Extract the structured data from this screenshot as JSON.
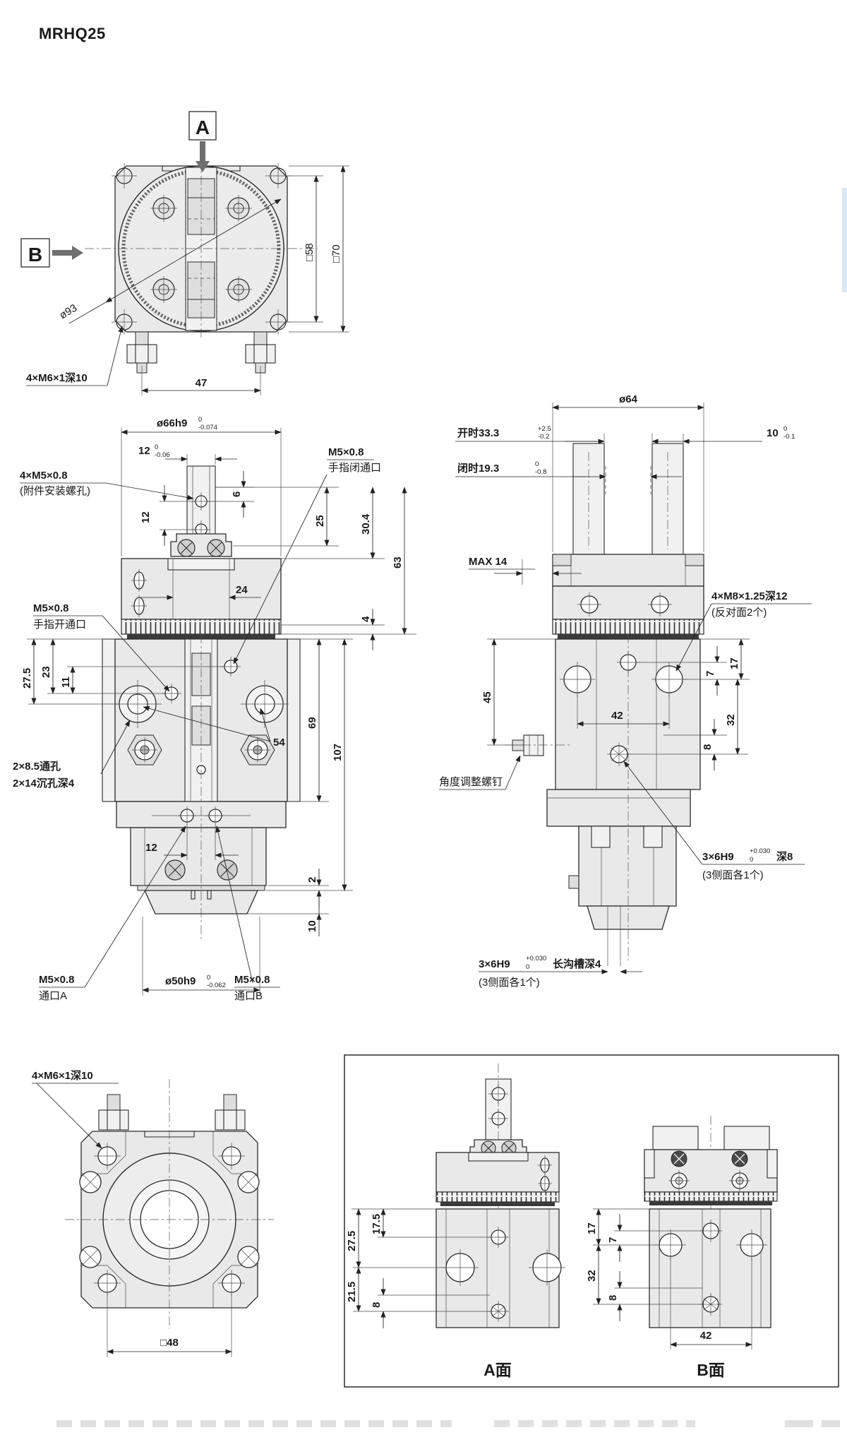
{
  "title": "MRHQ25",
  "colors": {
    "line": "#2b2b2b",
    "body_fill": "#e9e9e9",
    "dark_band": "#3a3a3a",
    "artifact_blue": "#cfe0ef"
  },
  "top_view": {
    "section_a": "A",
    "section_b": "B",
    "dim_diagonal": "ø93",
    "dim_square_inner": "□58",
    "dim_square_outer": "□70",
    "dim_pitch": "47",
    "label_thread": "4×M6×1深10"
  },
  "front_view": {
    "dim_dia66": {
      "base": "ø66h9",
      "up": "0",
      "dn": "-0.074"
    },
    "dim_12tol": {
      "base": "12",
      "up": "0",
      "dn": "-0.06"
    },
    "label_m5_mount_1": "4×M5×0.8",
    "label_m5_mount_2": "(附件安装螺孔)",
    "label_close_1": "M5×0.8",
    "label_close_2": "手指闭通口",
    "label_open_1": "M5×0.8",
    "label_open_2": "手指开通口",
    "dim_6": "6",
    "dim_12": "12",
    "dim_24": "24",
    "dim_25": "25",
    "dim_304": "30.4",
    "dim_63": "63",
    "dim_4": "4",
    "dim_275": "27.5",
    "dim_23": "23",
    "dim_11": "11",
    "dim_69": "69",
    "dim_107": "107",
    "dim_54": "54",
    "label_hole_1": "2×8.5通孔",
    "label_hole_2": "2×14沉孔深4",
    "dim_12b": "12",
    "dim_2": "2",
    "dim_10": "10",
    "dim_dia50": {
      "base": "ø50h9",
      "up": "0",
      "dn": "-0.062"
    },
    "label_porta_1": "M5×0.8",
    "label_porta_2": "通口A",
    "label_portb_1": "M5×0.8",
    "label_portb_2": "通口B"
  },
  "side_view": {
    "dim_dia64": "ø64",
    "dim_open": {
      "base": "开时33.3",
      "up": "+2.5",
      "dn": "-0.2"
    },
    "dim_closed": {
      "base": "闭时19.3",
      "up": "0",
      "dn": "-0.8"
    },
    "dim_10": {
      "base": "10",
      "up": "0",
      "dn": "-0.1"
    },
    "dim_max14": "MAX 14",
    "label_m8_1": "4×M8×1.25深12",
    "label_m8_2": "(反对面2个)",
    "dim_45": "45",
    "dim_17": "17",
    "dim_7": "7",
    "dim_42": "42",
    "dim_32": "32",
    "dim_8": "8",
    "label_adjust": "角度调整螺钉",
    "key1": {
      "a": "3×6H9",
      "up": "+0.030",
      "dn": "0",
      "b": "深8",
      "c": "(3侧面各1个)"
    },
    "key2": {
      "a": "3×6H9",
      "up": "+0.030",
      "dn": "0",
      "b": "长沟槽深4",
      "c": "(3侧面各1个)"
    }
  },
  "bottom_view": {
    "label_thread": "4×M6×1深10",
    "dim_square": "□48"
  },
  "panel": {
    "view_a_label": "A面",
    "view_b_label": "B面",
    "a_dims": {
      "d275": "27.5",
      "d175": "17.5",
      "d215": "21.5",
      "d8": "8"
    },
    "b_dims": {
      "d17": "17",
      "d7": "7",
      "d32": "32",
      "d8": "8",
      "d42": "42"
    }
  }
}
